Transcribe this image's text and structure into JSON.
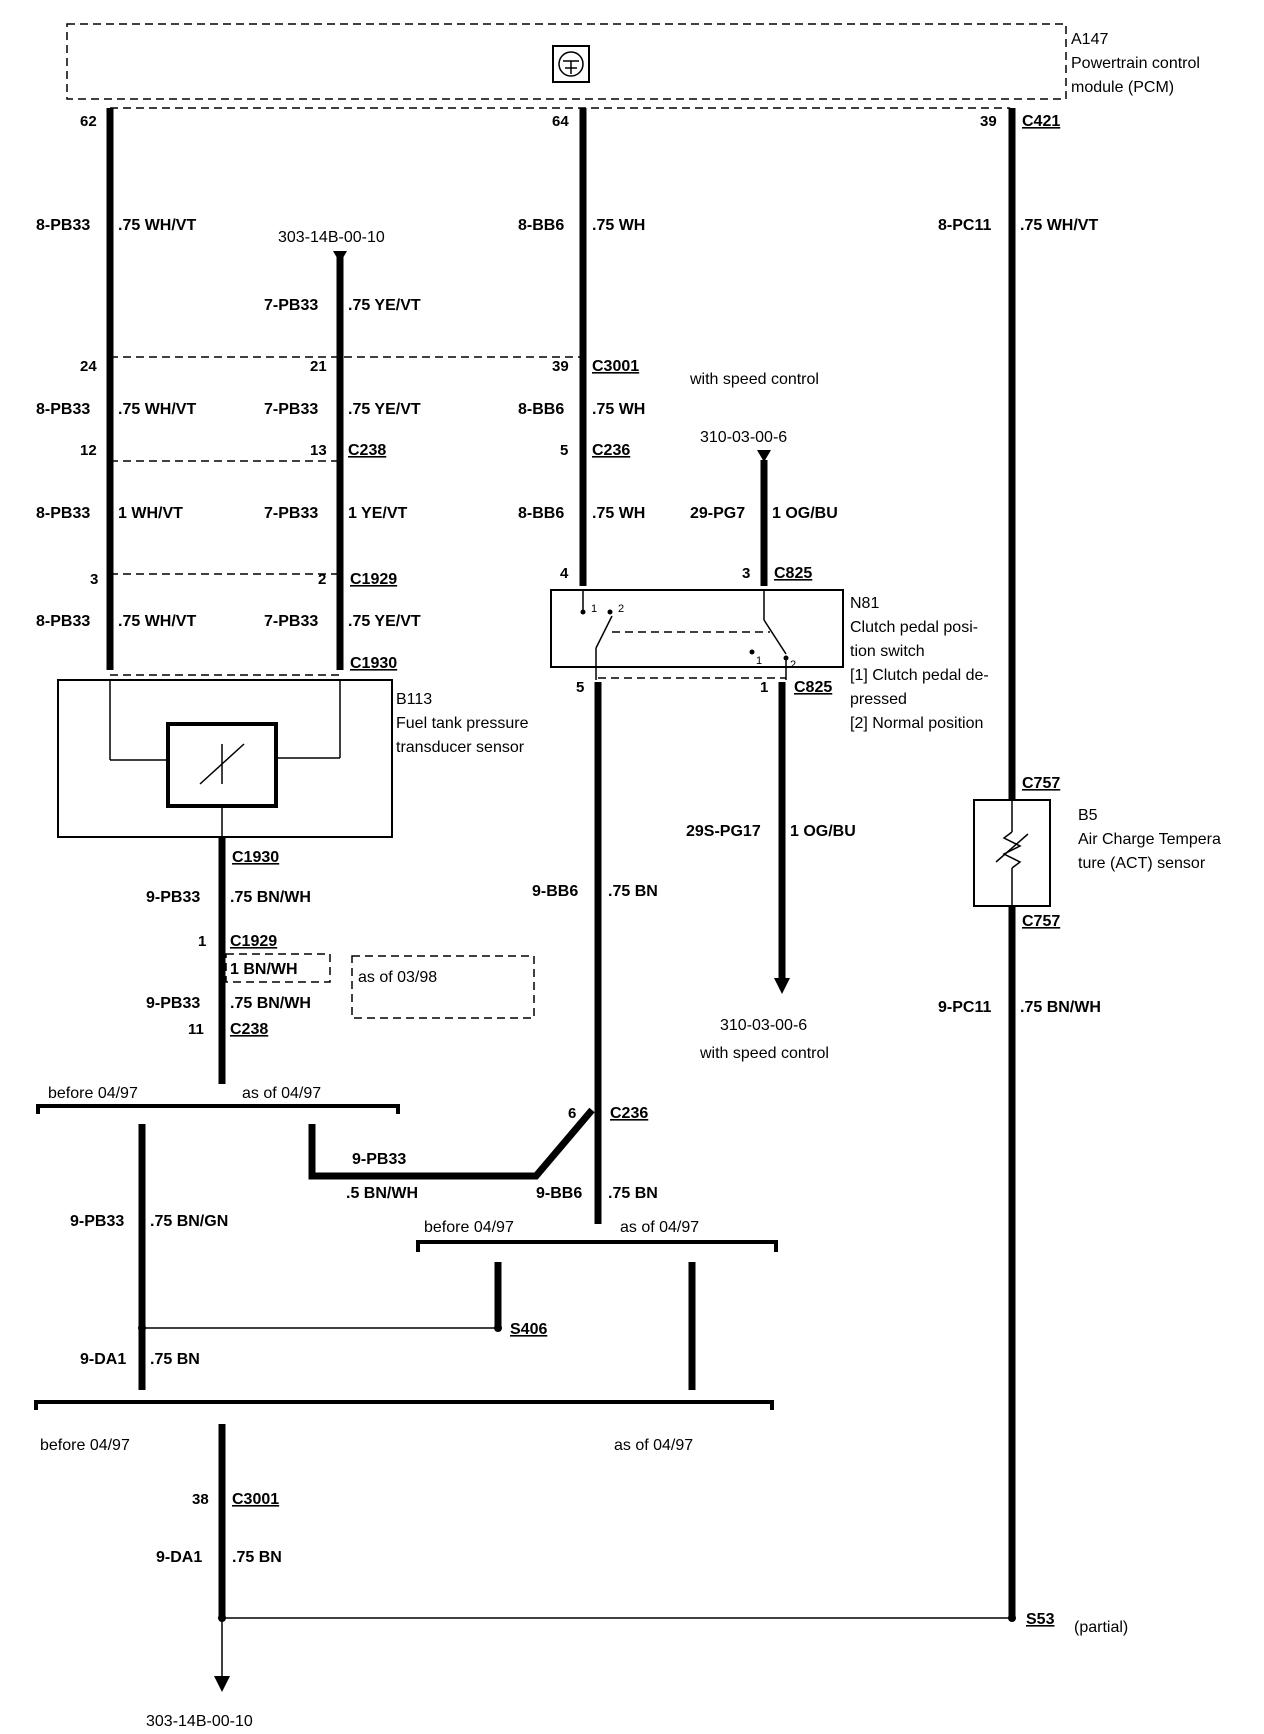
{
  "modules": {
    "pcm": {
      "id": "A147",
      "name_line1": "Powertrain control",
      "name_line2": "module (PCM)"
    },
    "b113": {
      "id": "B113",
      "name_line1": "Fuel tank pressure",
      "name_line2": "transducer sensor"
    },
    "n81": {
      "id": "N81",
      "name_line1": "Clutch pedal posi-",
      "name_line2": "tion switch",
      "note1a": "[1] Clutch pedal de-",
      "note1b": "pressed",
      "note2": "[2] Normal position",
      "pin1": "1",
      "pin2": "2"
    },
    "b5": {
      "id": "B5",
      "name_line1": "Air Charge Tempera",
      "name_line2": "ture (ACT) sensor"
    }
  },
  "refs": {
    "top_left": "303-14B-00-10",
    "mid_top": "310-03-00-6",
    "speed_ctrl_top": "with speed control",
    "mid_bottom": "310-03-00-6",
    "speed_ctrl_bottom": "with speed control",
    "bottom": "303-14B-00-10",
    "partial": "(partial)"
  },
  "variants": {
    "before_0497": "before 04/97",
    "asof_0497": "as of 04/97",
    "asof_0398": "as of 03/98"
  },
  "pins": {
    "p62": "62",
    "p64": "64",
    "p39": "39",
    "p24": "24",
    "p21": "21",
    "p39b": "39",
    "p12": "12",
    "p13": "13",
    "p5": "5",
    "p3": "3",
    "p2": "2",
    "p4": "4",
    "p3b": "3",
    "p5b": "5",
    "p1": "1",
    "p1b": "1",
    "p11": "11",
    "p6": "6",
    "p38": "38"
  },
  "connectors": {
    "c421": "C421",
    "c3001": "C3001",
    "c238": "C238",
    "c236": "C236",
    "c1929": "C1929",
    "c1930": "C1930",
    "c825": "C825",
    "c757": "C757",
    "s406": "S406",
    "s53": "S53"
  },
  "wires": {
    "w1_circ": "8-PB33",
    "w1_spec": ".75 WH/VT",
    "w2_circ": "7-PB33",
    "w2_spec": ".75 YE/VT",
    "w3_circ": "8-BB6",
    "w3_spec": ".75 WH",
    "w4_circ": "8-PC11",
    "w4_spec": ".75 WH/VT",
    "w5_circ": "8-PB33",
    "w5_spec": ".75 WH/VT",
    "w6_circ": "7-PB33",
    "w6_spec": ".75 YE/VT",
    "w7_circ": "8-BB6",
    "w7_spec": ".75 WH",
    "w8_circ": "8-PB33",
    "w8_spec": "1 WH/VT",
    "w9_circ": "7-PB33",
    "w9_spec": "1 YE/VT",
    "w10_circ": "8-BB6",
    "w10_spec": ".75 WH",
    "w11_circ": "29-PG7",
    "w11_spec": "1 OG/BU",
    "w12_circ": "8-PB33",
    "w12_spec": ".75 WH/VT",
    "w13_circ": "7-PB33",
    "w13_spec": ".75 YE/VT",
    "w14_circ": "29S-PG17",
    "w14_spec": "1 OG/BU",
    "w15_circ": "9-BB6",
    "w15_spec": ".75 BN",
    "w16_circ": "9-PB33",
    "w16_spec": ".75 BN/WH",
    "w17_spec": "1 BN/WH",
    "w18_circ": "9-PB33",
    "w18_spec": ".75 BN/WH",
    "w19_circ": "9-PC11",
    "w19_spec": ".75 BN/WH",
    "w20_circ": "9-PB33",
    "w20_spec": ".5 BN/WH",
    "w21_circ": "9-BB6",
    "w21_spec": ".75 BN",
    "w22_circ": "9-PB33",
    "w22_spec": ".75 BN/GN",
    "w23_circ": "9-DA1",
    "w23_spec": ".75 BN",
    "w24_circ": "9-DA1",
    "w24_spec": ".75 BN"
  }
}
